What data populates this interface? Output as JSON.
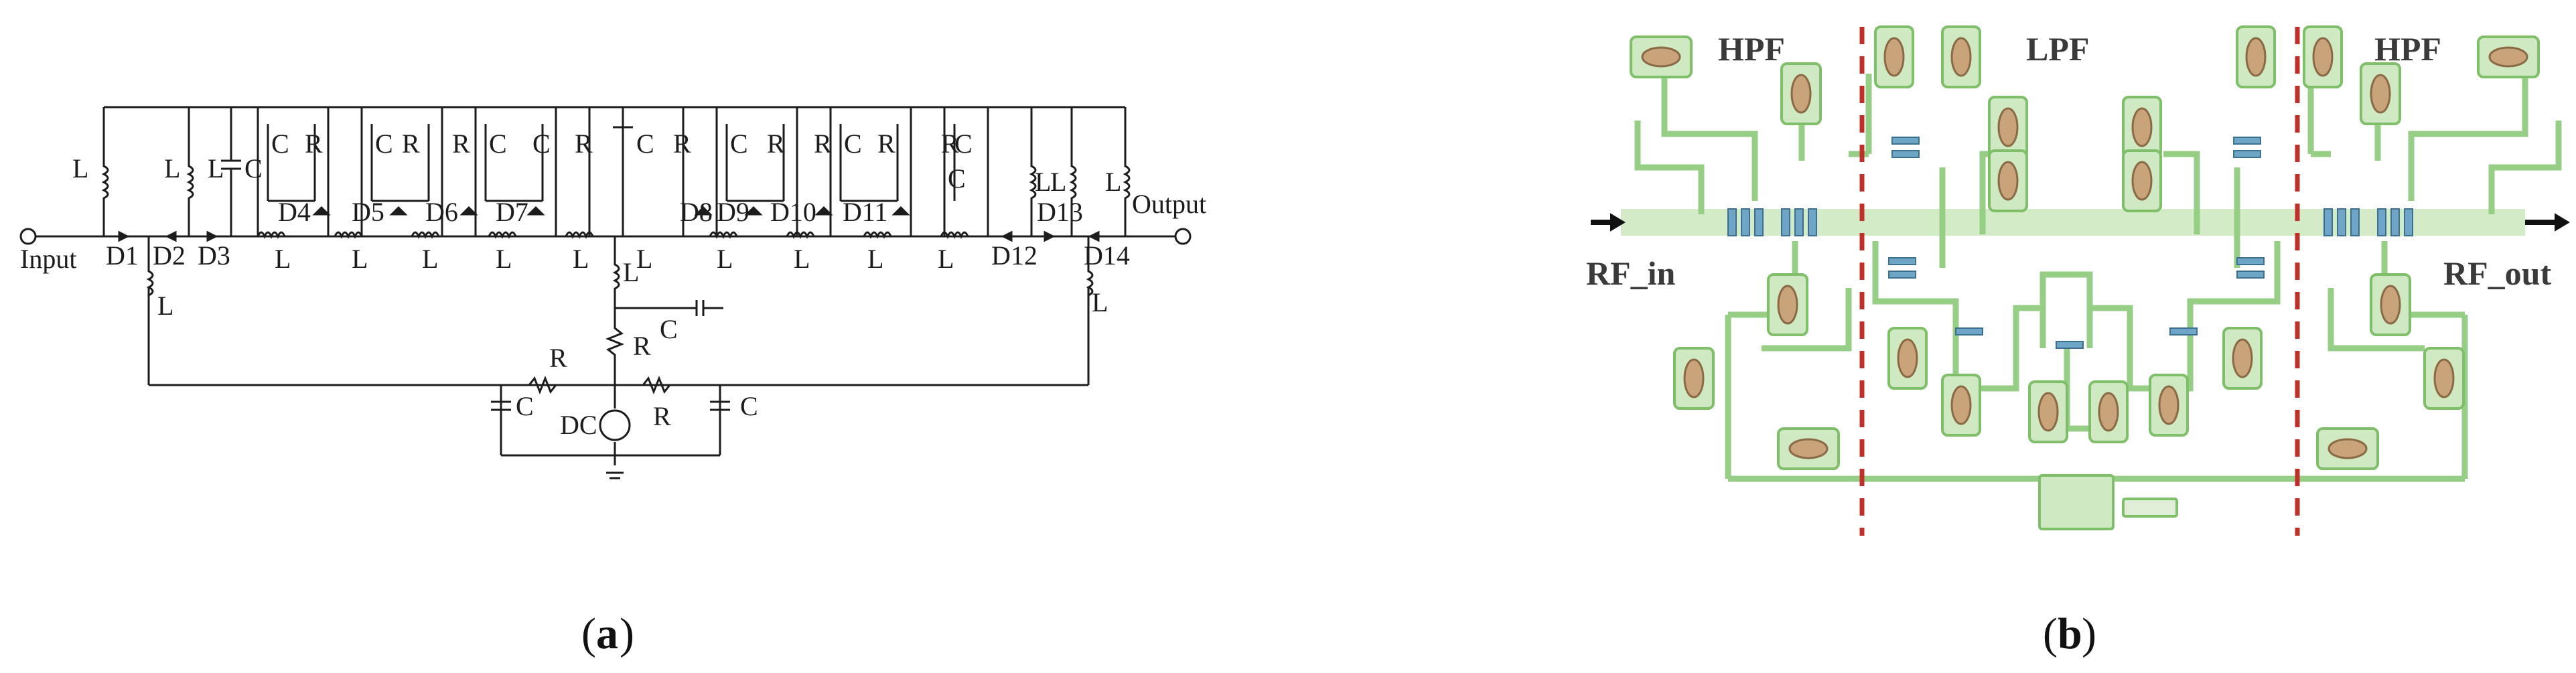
{
  "panel_a": {
    "caption_letter": "a",
    "labels": {
      "input": "Input",
      "output": "Output",
      "dc": "DC",
      "L": "L",
      "C": "C",
      "R": "R"
    },
    "diodes": [
      "D1",
      "D2",
      "D3",
      "D4",
      "D5",
      "D6",
      "D7",
      "D8",
      "D9",
      "D10",
      "D11",
      "D12",
      "D13",
      "D14"
    ]
  },
  "panel_b": {
    "caption_letter": "b",
    "sections": [
      "HPF",
      "LPF",
      "HPF"
    ],
    "rf_in": "RF_in",
    "rf_out": "RF_out",
    "colors": {
      "trace": "#d6eecb",
      "trace_edge": "#7fbf6a",
      "pad": "#bfe0b0",
      "via": "#c9a47a",
      "divider": "#c0302a",
      "diode": "#6fa6c8"
    }
  }
}
